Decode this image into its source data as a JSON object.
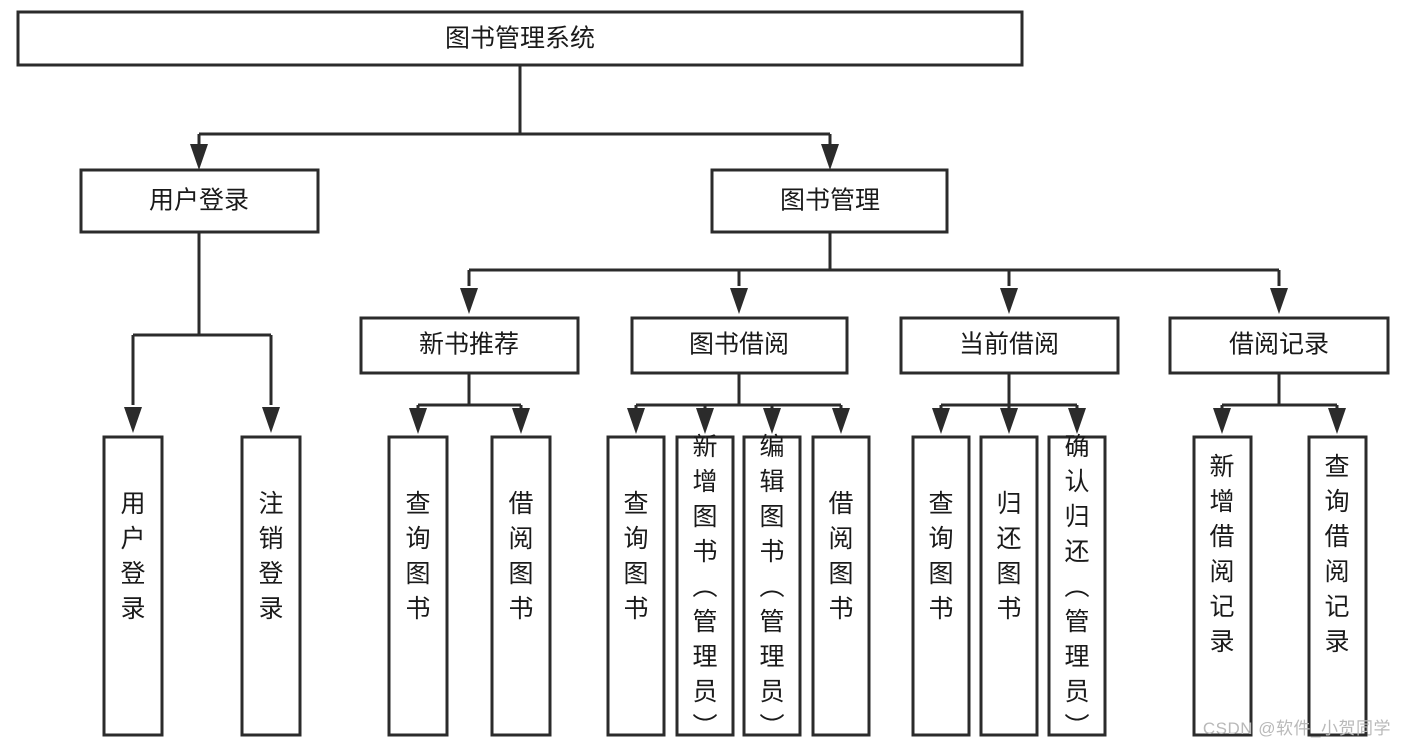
{
  "diagram": {
    "type": "tree",
    "title": "图书管理系统",
    "watermark": "CSDN @软件_小贺同学",
    "colors": {
      "box_stroke": "#2b2b2b",
      "box_fill": "#ffffff",
      "connector": "#2b2b2b",
      "text": "#1a1a1a",
      "watermark": "#b9b9b9",
      "background": "#ffffff"
    },
    "levels": [
      {
        "level": 1,
        "nodes": [
          {
            "id": "root",
            "label": "图书管理系统",
            "orientation": "horizontal"
          }
        ]
      },
      {
        "level": 2,
        "nodes": [
          {
            "id": "login",
            "label": "用户登录",
            "orientation": "horizontal",
            "parent": "root"
          },
          {
            "id": "bookmgmt",
            "label": "图书管理",
            "orientation": "horizontal",
            "parent": "root"
          }
        ]
      },
      {
        "level": 3,
        "nodes": [
          {
            "id": "newbook",
            "label": "新书推荐",
            "orientation": "horizontal",
            "parent": "bookmgmt"
          },
          {
            "id": "borrow",
            "label": "图书借阅",
            "orientation": "horizontal",
            "parent": "bookmgmt"
          },
          {
            "id": "current",
            "label": "当前借阅",
            "orientation": "horizontal",
            "parent": "bookmgmt"
          },
          {
            "id": "records",
            "label": "借阅记录",
            "orientation": "horizontal",
            "parent": "bookmgmt"
          }
        ]
      },
      {
        "level": 4,
        "nodes": [
          {
            "id": "leaf-user-login",
            "label": "用户登录",
            "orientation": "vertical",
            "parent": "login"
          },
          {
            "id": "leaf-user-logout",
            "label": "注销登录",
            "orientation": "vertical",
            "parent": "login"
          },
          {
            "id": "leaf-query-book-1",
            "label": "查询图书",
            "orientation": "vertical",
            "parent": "newbook"
          },
          {
            "id": "leaf-borrow-book-1",
            "label": "借阅图书",
            "orientation": "vertical",
            "parent": "newbook"
          },
          {
            "id": "leaf-query-book-2",
            "label": "查询图书",
            "orientation": "vertical",
            "parent": "borrow"
          },
          {
            "id": "leaf-add-book",
            "label": "新增图书（管理员）",
            "orientation": "vertical",
            "parent": "borrow"
          },
          {
            "id": "leaf-edit-book",
            "label": "编辑图书（管理员）",
            "orientation": "vertical",
            "parent": "borrow"
          },
          {
            "id": "leaf-borrow-book-2",
            "label": "借阅图书",
            "orientation": "vertical",
            "parent": "borrow"
          },
          {
            "id": "leaf-query-book-3",
            "label": "查询图书",
            "orientation": "vertical",
            "parent": "current"
          },
          {
            "id": "leaf-return-book",
            "label": "归还图书",
            "orientation": "vertical",
            "parent": "current"
          },
          {
            "id": "leaf-confirm-return",
            "label": "确认归还（管理员）",
            "orientation": "vertical",
            "parent": "current"
          },
          {
            "id": "leaf-add-record",
            "label": "新增借阅记录",
            "orientation": "vertical",
            "parent": "records"
          },
          {
            "id": "leaf-query-record",
            "label": "查询借阅记录",
            "orientation": "vertical",
            "parent": "records"
          }
        ]
      }
    ]
  }
}
